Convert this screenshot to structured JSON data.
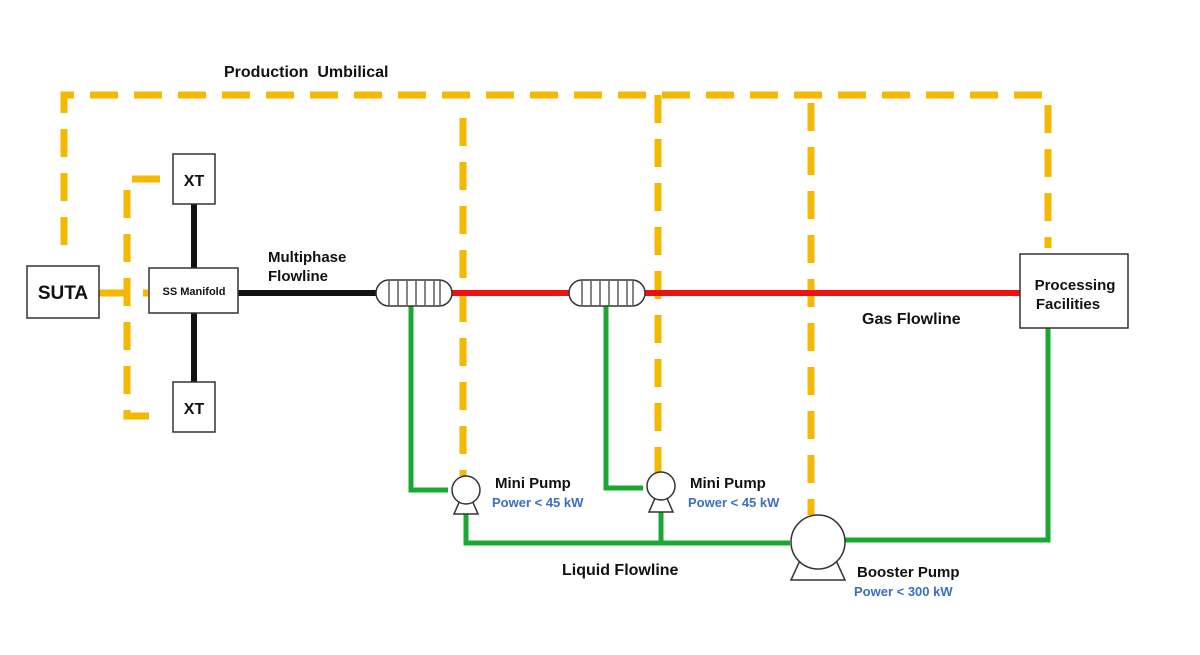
{
  "labels": {
    "umbilical": "Production  Umbilical",
    "suta": "SUTA",
    "manifold": "SS Manifold",
    "xt_top": "XT",
    "xt_bottom": "XT",
    "multiphase_line1": "Multiphase",
    "multiphase_line2": "Flowline",
    "gas_flowline": "Gas Flowline",
    "processing_line1": "Processing",
    "processing_line2": "Facilities",
    "liquid_flowline": "Liquid Flowline",
    "mini_pump_1": "Mini Pump",
    "mini_pump_1_power": "Power < 45 kW",
    "mini_pump_2": "Mini Pump",
    "mini_pump_2_power": "Power < 45 kW",
    "booster_pump": "Booster Pump",
    "booster_pump_power": "Power < 300 kW"
  },
  "colors": {
    "umbilical": "#F5B800",
    "gas_flowline": "#EE1111",
    "liquid_flowline": "#19A832",
    "multiphase_flowline": "#111111",
    "power_text": "#3A6FC4"
  }
}
